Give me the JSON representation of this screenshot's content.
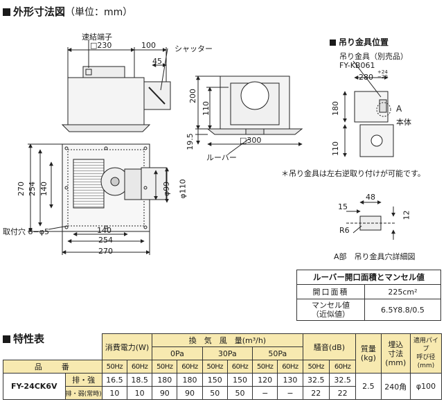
{
  "section_outline": {
    "title": "外形寸法図",
    "unit": "（単位：mm）"
  },
  "section_spec": {
    "title": "特性表"
  },
  "drawing_labels": {
    "quick_terminal": "速結端子",
    "shutter": "シャッター",
    "louver": "ルーバー",
    "mount_hole": "取付穴 8−φ5",
    "sq230": "□230",
    "sq300": "□300",
    "d100": "100",
    "d45": "45",
    "d200": "200",
    "d110": "110",
    "d195": "19.5",
    "d270": "270",
    "d254": "254",
    "d140": "140",
    "phi99": "φ99",
    "phi110": "φ110"
  },
  "hanger": {
    "title": "吊り金具位置",
    "bracket_label": "吊り金具（別売品）",
    "bracket_model": "FY-KB061",
    "dim_280": "280",
    "tol_plus": "+24",
    "tol_minus": "−20",
    "dim_180": "180",
    "dim_110": "110",
    "label_a": "A",
    "label_body": "本体",
    "note": "＊吊り金具は左右逆取り付けが可能です。"
  },
  "detail": {
    "dim_48": "48",
    "dim_15": "15",
    "dim_12": "12",
    "r6": "R6",
    "caption": "A部　吊り金具穴詳細図"
  },
  "louver_table": {
    "title": "ルーバー開口面積とマンセル値",
    "rows": [
      {
        "label": "開口面積",
        "value": "225cm²"
      },
      {
        "label": "マンセル値\n（近似値）",
        "value": "6.5Y8.8/0.5"
      }
    ]
  },
  "spec_table": {
    "headers": {
      "power": "消費電力(W)",
      "airflow": "換　気　風　量(m³/h)",
      "p0": "0Pa",
      "p30": "30Pa",
      "p50": "50Pa",
      "noise": "騒音(dB)",
      "mass": "質量\n(kg)",
      "embed": "埋込\n寸法\n(mm)",
      "pipe": "適用パイプ\n呼び径\n(mm)",
      "product": "品　　番",
      "hz50": "50Hz",
      "hz60": "60Hz"
    },
    "model": "FY-24CK6V",
    "rows": [
      {
        "mode": "排・強",
        "values": [
          "16.5",
          "18.5",
          "180",
          "180",
          "150",
          "150",
          "120",
          "130",
          "32.5",
          "32.5"
        ]
      },
      {
        "mode": "排・弱(常時)",
        "values": [
          "10",
          "10",
          "90",
          "90",
          "50",
          "50",
          "−",
          "−",
          "22",
          "22"
        ]
      }
    ],
    "mass": "2.5",
    "embed": "240角",
    "pipe": "φ100"
  }
}
